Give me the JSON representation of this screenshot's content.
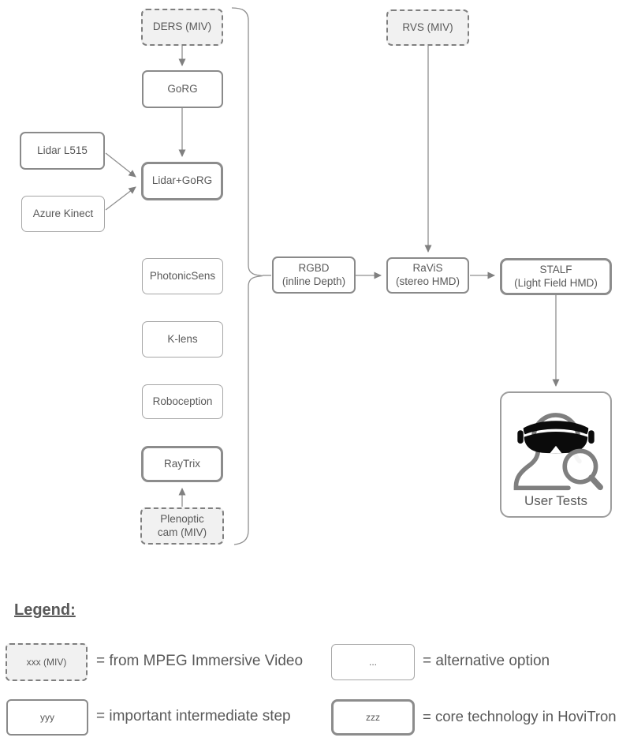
{
  "colors": {
    "text": "#595959",
    "border_core": "#8c8c8c",
    "border_intermediate": "#8a8a8a",
    "border_alternative": "#a6a6a6",
    "border_miv_dashed": "#7f7f7f",
    "miv_fill": "#f1f1f1",
    "arrow": "#808080",
    "visor_black": "#0b0b0b",
    "icon_gray": "#7f7f7f"
  },
  "nodes": {
    "ders": {
      "label": "DERS (MIV)",
      "type": "miv"
    },
    "gorg": {
      "label": "GoRG",
      "type": "intermediate"
    },
    "lidar_l515": {
      "label": "Lidar L515",
      "type": "intermediate"
    },
    "azure_kinect": {
      "label": "Azure Kinect",
      "type": "alternative"
    },
    "lidar_gorg": {
      "label": "Lidar+GoRG",
      "type": "core"
    },
    "photonicsens": {
      "label": "PhotonicSens",
      "type": "alternative"
    },
    "klens": {
      "label": "K-lens",
      "type": "alternative"
    },
    "roboception": {
      "label": "Roboception",
      "type": "alternative"
    },
    "raytrix": {
      "label": "RayTrix",
      "type": "core"
    },
    "plenoptic": {
      "label": "Plenoptic\ncam (MIV)",
      "type": "miv"
    },
    "rgbd": {
      "label": "RGBD\n(inline Depth)",
      "type": "intermediate"
    },
    "ravis": {
      "label": "RaViS\n(stereo HMD)",
      "type": "intermediate"
    },
    "stalf": {
      "label": "STALF\n(Light Field HMD)",
      "type": "core"
    },
    "rvs": {
      "label": "RVS (MIV)",
      "type": "miv"
    },
    "user_tests": {
      "label": "User Tests",
      "type": "plain"
    }
  },
  "icons": {
    "user": "vr-headset-user-icon",
    "magnifier": "magnifier-icon"
  },
  "legend": {
    "title": "Legend:",
    "items": [
      {
        "box_label": "xxx (MIV)",
        "meaning": "= from MPEG Immersive Video",
        "style": "miv"
      },
      {
        "box_label": "yyy",
        "meaning": "= important intermediate step",
        "style": "intermediate"
      },
      {
        "box_label": "...",
        "meaning": "= alternative option",
        "style": "alternative"
      },
      {
        "box_label": "zzz",
        "meaning": "= core technology in HoviTron",
        "style": "core"
      }
    ]
  }
}
